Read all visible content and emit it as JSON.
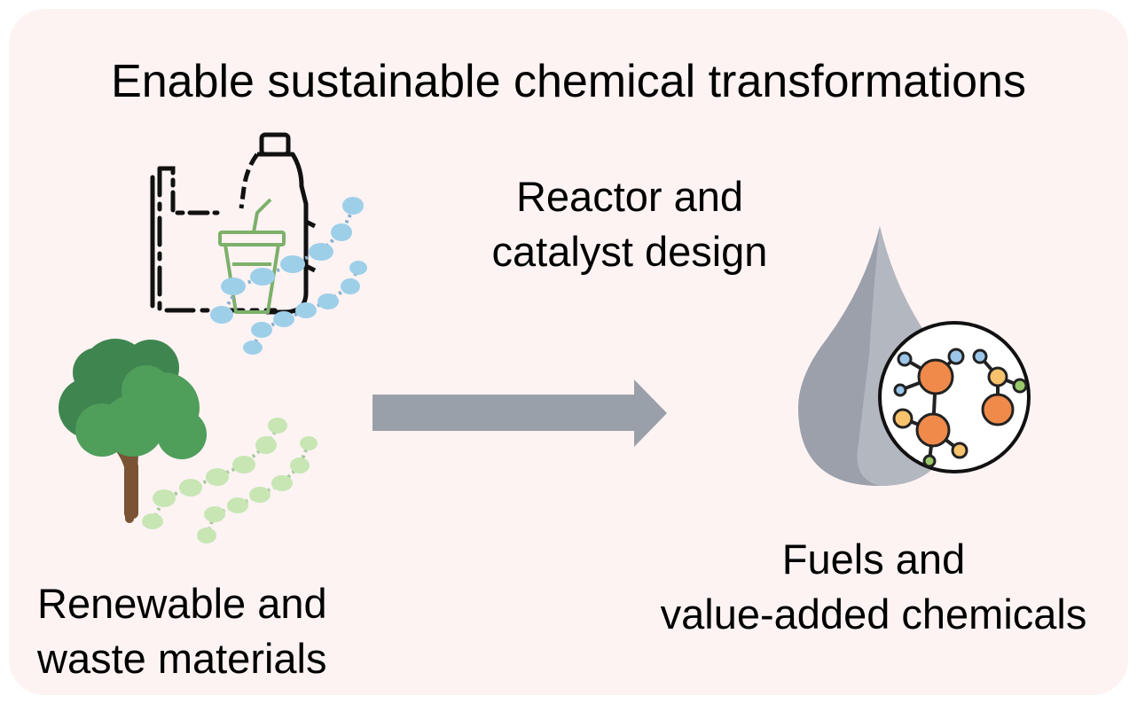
{
  "title": "Enable sustainable chemical transformations",
  "process": {
    "line1": "Reactor and",
    "line2": "catalyst design"
  },
  "source": {
    "line1": "Renewable and",
    "line2": "waste materials"
  },
  "product": {
    "line1": "Fuels and",
    "line2": "value-added chemicals"
  },
  "colors": {
    "background": "#fdf3f3",
    "arrow": "#9aa0aa",
    "polymer_blue": "#9ecfe9",
    "polymer_green": "#c7e6b4",
    "tree_green": "#4f9e5a",
    "tree_trunk": "#7a5234",
    "droplet": "#9ba0aa",
    "atom_orange": "#ef8a4a",
    "atom_yellow": "#f6c26c",
    "atom_blue": "#9cc6e8"
  },
  "icons": [
    "plastic-bag-icon",
    "bottle-icon",
    "cup-icon",
    "tree-icon",
    "polymer-chain-icon",
    "arrow-icon",
    "droplet-icon",
    "molecule-icon"
  ]
}
